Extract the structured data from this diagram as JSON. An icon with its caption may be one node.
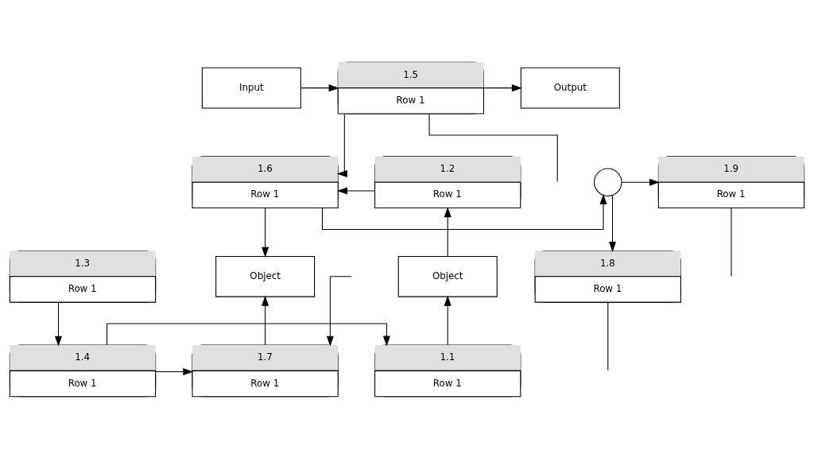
{
  "diagram": {
    "nodes": [
      {
        "text": [
          "Input"
        ]
      },
      {
        "text": [
          "1.5",
          "Row 1"
        ]
      },
      {
        "text": [
          "Output"
        ]
      },
      {
        "text": [
          "1.2",
          "Row 1"
        ]
      },
      {
        "text": [
          "1.6",
          "Row 1"
        ]
      },
      {
        "text": [],
        "shape": "circle"
      },
      {
        "text": [
          "1.9",
          "Row 1"
        ]
      },
      {
        "text": [
          "Object"
        ]
      },
      {
        "text": [
          "1.3",
          "Row 1"
        ]
      },
      {
        "text": [
          "Object"
        ]
      },
      {
        "text": [
          "1.8",
          "Row 1"
        ]
      },
      {
        "text": [
          "1.1",
          "Row 1"
        ]
      },
      {
        "text": [
          "1.4",
          "Row 1"
        ]
      },
      {
        "text": [
          "1.7",
          "Row 1"
        ]
      }
    ],
    "edges": [
      {
        "from": 0,
        "to": 1,
        "arrow": "to"
      },
      {
        "from": 1,
        "to": 2,
        "arrow": "to"
      },
      {
        "from": 1,
        "to": null,
        "arrow": "none"
      },
      {
        "from": 1,
        "to": 4,
        "arrow": "to"
      },
      {
        "from": 3,
        "to": 4,
        "arrow": "to"
      },
      {
        "from": 4,
        "to": 5,
        "arrow": "to"
      },
      {
        "from": 5,
        "to": 6,
        "arrow": "to"
      },
      {
        "from": 5,
        "to": 10,
        "arrow": "to"
      },
      {
        "from": 6,
        "to": null,
        "arrow": "none"
      },
      {
        "from": 4,
        "to": 9,
        "arrow": "to"
      },
      {
        "from": 10,
        "to": null,
        "arrow": "none"
      },
      {
        "from": null,
        "to": 13,
        "arrow": "to"
      },
      {
        "from": 13,
        "to": 9,
        "arrow": "to"
      },
      {
        "from": 12,
        "to": 13,
        "arrow": "to"
      },
      {
        "from": 12,
        "to": 11,
        "arrow": "to"
      },
      {
        "from": 11,
        "to": 7,
        "arrow": "to"
      },
      {
        "from": 7,
        "to": 3,
        "arrow": "to"
      },
      {
        "from": 8,
        "to": 12,
        "arrow": "to"
      }
    ]
  }
}
